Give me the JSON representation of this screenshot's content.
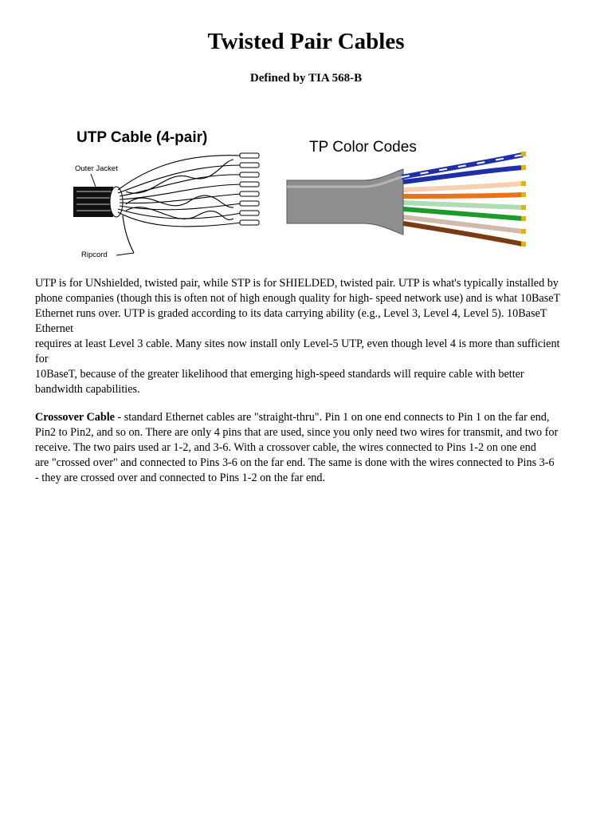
{
  "page": {
    "title": "Twisted Pair Cables",
    "subtitle": "Defined by TIA 568-B"
  },
  "figure_utp": {
    "heading": "UTP Cable (4-pair)",
    "label_outer_jacket": "Outer Jacket",
    "label_ripcord": "Ripcord",
    "colors": {
      "line": "#000000",
      "fill": "#ffffff",
      "jacket": "#111111"
    }
  },
  "figure_tp": {
    "heading": "TP Color Codes",
    "colors": {
      "jacket": "#8e8e8e",
      "blue": "#1f2fa8",
      "orange": "#e8731a",
      "green": "#1d9a2c",
      "brown": "#7a3a12",
      "white": "#ffffff",
      "tip": "#e0b400"
    }
  },
  "paragraphs": {
    "utp": {
      "lines": [
        "UTP is for UNshielded, twisted pair, while STP is for SHIELDED, twisted pair. UTP is what's typically installed by",
        "phone companies (though this is often not of high enough quality for high- speed network use) and is what 10BaseT",
        "Ethernet runs over. UTP is graded according to its data carrying ability (e.g., Level 3, Level 4, Level 5). 10BaseT",
        "Ethernet",
        "requires at least Level 3 cable. Many sites now install only Level-5 UTP, even though level 4 is more than sufficient",
        "for",
        "10BaseT, because of the greater likelihood that emerging high-speed standards will require cable with better",
        "bandwidth capabilities."
      ]
    },
    "crossover": {
      "term": "Crossover Cable",
      "first_line_rest": " - standard Ethernet cables are \"straight-thru\".  Pin 1 on one end connects to Pin 1 on the far end,",
      "lines": [
        "Pin2 to Pin2, and so on.  There are only 4 pins that are used, since you only need two wires for transmit, and two for",
        "receive. The two pairs used ar 1-2, and 3-6.  With a crossover cable, the wires connected to Pins 1-2 on one end",
        "are \"crossed over\" and connected to Pins 3-6 on the far end.  The same is done with the wires connected to Pins 3-6",
        "- they are crossed over and connected to Pins 1-2 on the far end."
      ]
    }
  }
}
